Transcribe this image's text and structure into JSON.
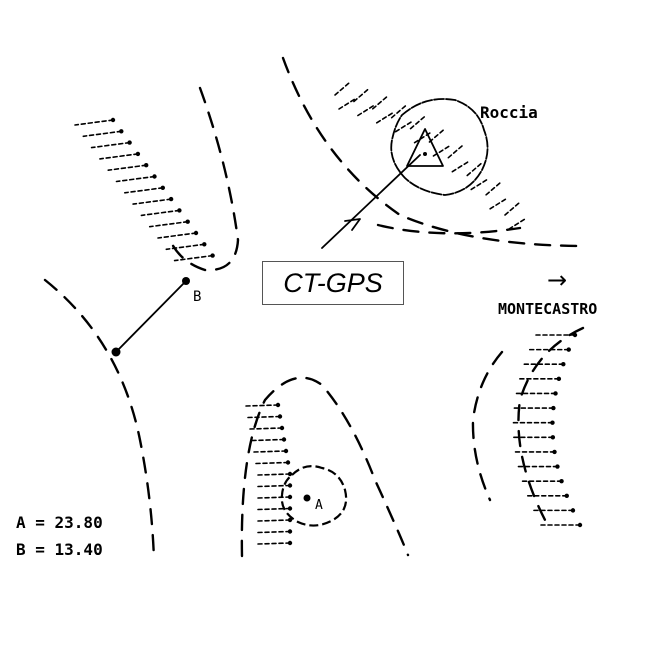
{
  "labels": {
    "station": "CT-GPS",
    "rock": "Roccia",
    "town": "MONTECASTRO",
    "point_a": "A",
    "point_b": "B",
    "distance_a": "A = 23.80",
    "distance_b": "B = 13.40",
    "direction_arrow": "→"
  }
}
